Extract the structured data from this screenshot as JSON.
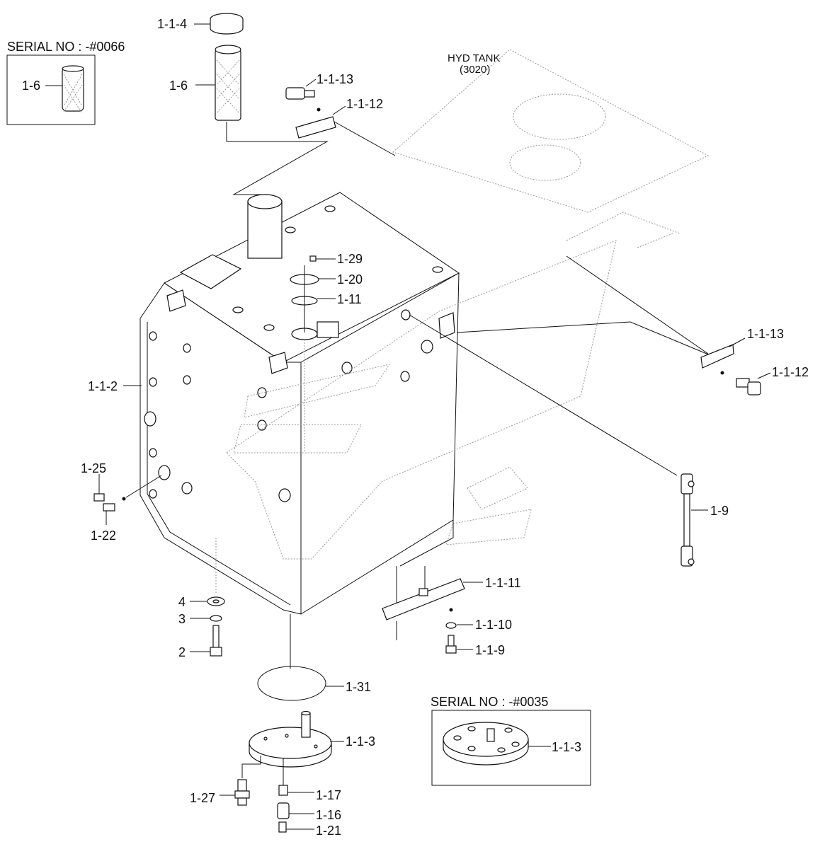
{
  "diagram": {
    "background": "#ffffff",
    "line_color": "#111111",
    "inset_top_left": {
      "serial": "SERIAL NO : -#0066",
      "part": "1-6"
    },
    "inset_bottom_right": {
      "serial": "SERIAL NO : -#0035",
      "part": "1-1-3"
    },
    "reference_label_line1": "HYD TANK",
    "reference_label_line2": "(3020)",
    "callouts": {
      "c_1_1_4": "1-1-4",
      "c_1_6": "1-6",
      "c_1_1_13_top": "1-1-13",
      "c_1_1_12_top": "1-1-12",
      "c_1_29": "1-29",
      "c_1_20": "1-20",
      "c_1_11": "1-11",
      "c_1_1_13_right": "1-1-13",
      "c_1_1_12_right": "1-1-12",
      "c_1_1_2": "1-1-2",
      "c_1_25": "1-25",
      "c_1_22": "1-22",
      "c_1_9": "1-9",
      "c_1_1_11": "1-1-11",
      "c_1_1_10": "1-1-10",
      "c_1_1_9": "1-1-9",
      "c_4": "4",
      "c_3": "3",
      "c_2": "2",
      "c_1_31": "1-31",
      "c_1_1_3": "1-1-3",
      "c_1_27": "1-27",
      "c_1_17": "1-17",
      "c_1_16": "1-16",
      "c_1_21": "1-21"
    }
  }
}
